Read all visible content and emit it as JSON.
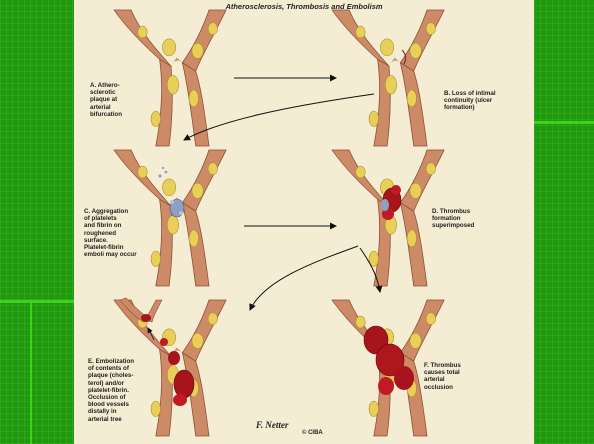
{
  "slide": {
    "title": "Atherosclerosis, Thrombosis and Embolism",
    "signature": "F. Netter",
    "credit": "© CIBA",
    "colors": {
      "background_green": "#1f9a0c",
      "accent_green": "#3fd11c",
      "plate": "#f4ecd3",
      "vessel": "#c3815f",
      "plaque": "#e9cf58",
      "thrombus": "#a8141c",
      "platelets": "#8f9fc2"
    }
  },
  "panels": [
    {
      "letter": "A",
      "caption": "A. Athero-\nsclerotic\nplaque at\narterial\nbifurcation"
    },
    {
      "letter": "B",
      "caption": "B. Loss of intimal\ncontinuity (ulcer\nformation)"
    },
    {
      "letter": "C",
      "caption": "C. Aggregation\nof platelets\nand fibrin on\nroughened\nsurface.\nPlatelet-fibrin\nemboli may occur"
    },
    {
      "letter": "D",
      "caption": "D. Thrombus\nformation\nsuperimposed"
    },
    {
      "letter": "E",
      "caption": "E. Embolization\nof contents of\nplaque (choles-\nterol) and/or\nplatelet-fibrin.\nOcclusion of\nblood vessels\ndistally in\narterial tree"
    },
    {
      "letter": "F",
      "caption": "F. Thrombus\ncauses total\narterial\nocclusion"
    }
  ]
}
